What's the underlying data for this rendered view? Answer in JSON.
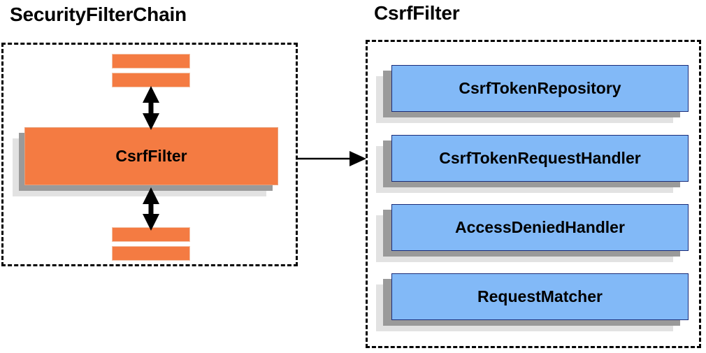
{
  "diagram": {
    "title_left": "SecurityFilterChain",
    "title_right": "CsrfFilter",
    "left_panel": {
      "main_box_label": "CsrfFilter",
      "filters_above_count": 2,
      "filters_below_count": 2,
      "arrow_up_label": "",
      "arrow_down_label": ""
    },
    "right_panel": {
      "boxes": [
        {
          "label": "CsrfTokenRepository"
        },
        {
          "label": "CsrfTokenRequestHandler"
        },
        {
          "label": "AccessDeniedHandler"
        },
        {
          "label": "RequestMatcher"
        }
      ]
    },
    "connector": {
      "from": "CsrfFilter",
      "to": "CsrfFilter detail panel",
      "label": ""
    },
    "colors": {
      "orange_fill": "#F47B42",
      "blue_fill": "#82B9F7",
      "blue_border": "#1A2C78",
      "shadow_dark": "#9A9A9A",
      "shadow_light": "#E2E2E2",
      "panel_border": "#000000",
      "text": "#000000"
    }
  }
}
